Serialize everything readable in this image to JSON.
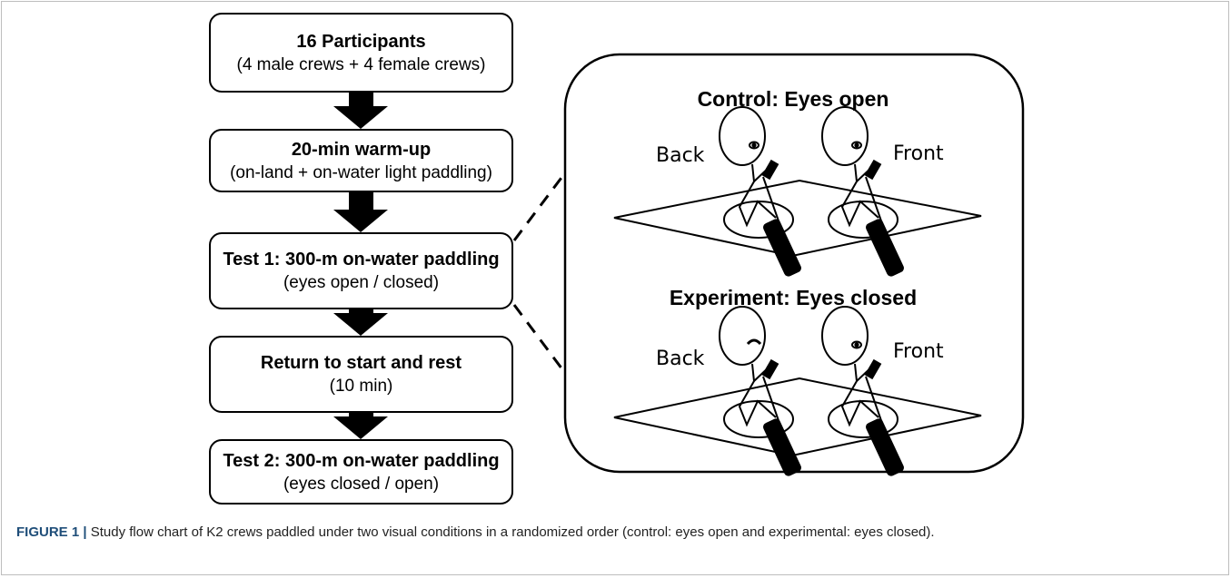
{
  "flow": {
    "steps": [
      {
        "title": "16 Participants",
        "subtitle": "(4 male crews + 4 female crews)"
      },
      {
        "title": "20-min warm-up",
        "subtitle": "(on-land + on-water light paddling)"
      },
      {
        "title": "Test 1: 300-m on-water paddling",
        "subtitle": "(eyes open / closed)"
      },
      {
        "title": "Return to start and rest",
        "subtitle": "(10 min)"
      },
      {
        "title": "Test 2: 300-m on-water paddling",
        "subtitle": "(eyes closed / open)"
      }
    ]
  },
  "panel": {
    "control": {
      "title": "Control: Eyes open",
      "back_label": "Back",
      "front_label": "Front"
    },
    "experiment": {
      "title": "Experiment: Eyes closed",
      "back_label": "Back",
      "front_label": "Front"
    }
  },
  "caption": {
    "label": "FIGURE 1 |",
    "text": " Study flow chart of K2 crews paddled under two visual conditions in a randomized order (control: eyes open and experimental: eyes closed)."
  },
  "colors": {
    "caption_label": "#1f4e79",
    "line": "#000000"
  }
}
